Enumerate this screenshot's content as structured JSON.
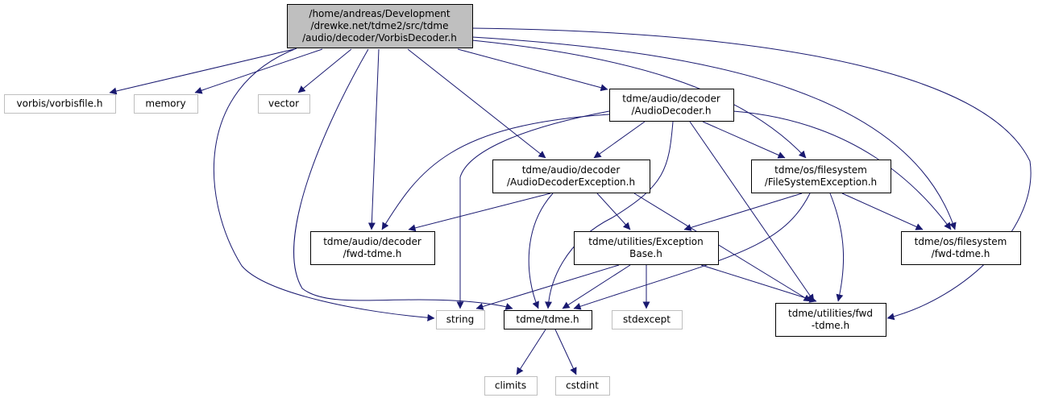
{
  "colors": {
    "edge": "#191970",
    "node_border": "#000000",
    "node_fill": "#ffffff",
    "external_border": "#bfbfbf",
    "highlight_fill": "#bfbfbf",
    "text": "#000000",
    "external_text": "#404040"
  },
  "nodes": {
    "vorbisdecoder": {
      "lines": [
        "/home/andreas/Development",
        "/drewke.net/tdme2/src/tdme",
        "/audio/decoder/VorbisDecoder.h"
      ],
      "kind": "highlight"
    },
    "vorbisfile": {
      "lines": [
        "vorbis/vorbisfile.h"
      ],
      "kind": "external"
    },
    "memory": {
      "lines": [
        "memory"
      ],
      "kind": "external"
    },
    "vector": {
      "lines": [
        "vector"
      ],
      "kind": "external"
    },
    "audiodecoder": {
      "lines": [
        "tdme/audio/decoder",
        "/AudioDecoder.h"
      ],
      "kind": "internal"
    },
    "audiodecoderexception": {
      "lines": [
        "tdme/audio/decoder",
        "/AudioDecoderException.h"
      ],
      "kind": "internal"
    },
    "filesystemexception": {
      "lines": [
        "tdme/os/filesystem",
        "/FileSystemException.h"
      ],
      "kind": "internal"
    },
    "decoder_fwd": {
      "lines": [
        "tdme/audio/decoder",
        "/fwd-tdme.h"
      ],
      "kind": "internal"
    },
    "exceptionbase": {
      "lines": [
        "tdme/utilities/Exception",
        "Base.h"
      ],
      "kind": "internal"
    },
    "filesystem_fwd": {
      "lines": [
        "tdme/os/filesystem",
        "/fwd-tdme.h"
      ],
      "kind": "internal"
    },
    "string": {
      "lines": [
        "string"
      ],
      "kind": "external"
    },
    "tdme": {
      "lines": [
        "tdme/tdme.h"
      ],
      "kind": "internal"
    },
    "stdexcept": {
      "lines": [
        "stdexcept"
      ],
      "kind": "external"
    },
    "utilities_fwd": {
      "lines": [
        "tdme/utilities/fwd",
        "-tdme.h"
      ],
      "kind": "internal"
    },
    "climits": {
      "lines": [
        "climits"
      ],
      "kind": "external"
    },
    "cstdint": {
      "lines": [
        "cstdint"
      ],
      "kind": "external"
    }
  },
  "edges": [
    {
      "from": "vorbisdecoder",
      "to": "vorbisfile"
    },
    {
      "from": "vorbisdecoder",
      "to": "memory"
    },
    {
      "from": "vorbisdecoder",
      "to": "vector"
    },
    {
      "from": "vorbisdecoder",
      "to": "audiodecoder"
    },
    {
      "from": "vorbisdecoder",
      "to": "audiodecoderexception"
    },
    {
      "from": "vorbisdecoder",
      "to": "decoder_fwd"
    },
    {
      "from": "vorbisdecoder",
      "to": "string"
    },
    {
      "from": "vorbisdecoder",
      "to": "tdme"
    },
    {
      "from": "vorbisdecoder",
      "to": "filesystemexception"
    },
    {
      "from": "vorbisdecoder",
      "to": "filesystem_fwd"
    },
    {
      "from": "vorbisdecoder",
      "to": "utilities_fwd"
    },
    {
      "from": "audiodecoder",
      "to": "string"
    },
    {
      "from": "audiodecoder",
      "to": "audiodecoderexception"
    },
    {
      "from": "audiodecoder",
      "to": "decoder_fwd"
    },
    {
      "from": "audiodecoder",
      "to": "tdme"
    },
    {
      "from": "audiodecoder",
      "to": "filesystemexception"
    },
    {
      "from": "audiodecoder",
      "to": "utilities_fwd"
    },
    {
      "from": "audiodecoder",
      "to": "filesystem_fwd"
    },
    {
      "from": "audiodecoderexception",
      "to": "decoder_fwd"
    },
    {
      "from": "audiodecoderexception",
      "to": "exceptionbase"
    },
    {
      "from": "audiodecoderexception",
      "to": "tdme"
    },
    {
      "from": "audiodecoderexception",
      "to": "utilities_fwd"
    },
    {
      "from": "filesystemexception",
      "to": "exceptionbase"
    },
    {
      "from": "filesystemexception",
      "to": "tdme"
    },
    {
      "from": "filesystemexception",
      "to": "utilities_fwd"
    },
    {
      "from": "filesystemexception",
      "to": "filesystem_fwd"
    },
    {
      "from": "exceptionbase",
      "to": "string"
    },
    {
      "from": "exceptionbase",
      "to": "tdme"
    },
    {
      "from": "exceptionbase",
      "to": "stdexcept"
    },
    {
      "from": "exceptionbase",
      "to": "utilities_fwd"
    },
    {
      "from": "tdme",
      "to": "climits"
    },
    {
      "from": "tdme",
      "to": "cstdint"
    }
  ]
}
